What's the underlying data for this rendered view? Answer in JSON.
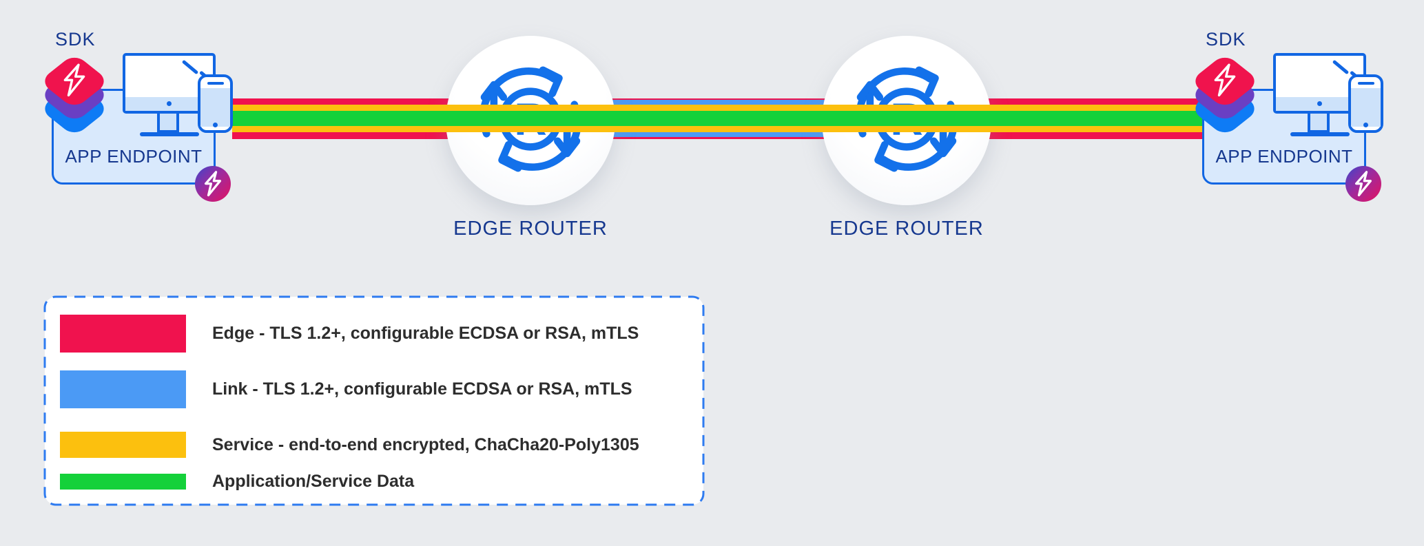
{
  "endpoints": {
    "left": {
      "sdk_label": "SDK",
      "label": "APP ENDPOINT"
    },
    "right": {
      "sdk_label": "SDK",
      "label": "APP ENDPOINT"
    }
  },
  "routers": {
    "left": {
      "label": "EDGE ROUTER"
    },
    "right": {
      "label": "EDGE ROUTER"
    },
    "icon_letter": "R"
  },
  "stripes": {
    "edge_color": "#f0124e",
    "link_color": "#4b9af5",
    "service_color": "#fcc00e",
    "data_color": "#14d13a"
  },
  "legend": {
    "items": [
      {
        "label": "Edge - TLS 1.2+, configurable ECDSA or RSA, mTLS",
        "color": "#f0124e"
      },
      {
        "label": "Link - TLS 1.2+, configurable ECDSA or RSA, mTLS",
        "color": "#4b9af5"
      },
      {
        "label": "Service - end-to-end encrypted, ChaCha20-Poly1305",
        "color": "#fcc00e"
      },
      {
        "label": "Application/Service Data",
        "color": "#14d13a"
      }
    ]
  },
  "colors": {
    "background": "#e9ebee",
    "outline_blue": "#1166e3",
    "label_navy": "#16388f",
    "router_icon_blue": "#1371ea",
    "legend_border": "#2e7bf0",
    "legend_text": "#2d2d2d",
    "endpoint_box_fill": "#d9e9fc",
    "device_screen_fill": "#cde2fa",
    "sdk_stack_top": "#f0134d",
    "sdk_stack_middle": "#6a3fc3",
    "sdk_stack_bottom": "#0e7bf5",
    "badge_gradient_start": "#3c45cc",
    "badge_gradient_end": "#e31261"
  }
}
